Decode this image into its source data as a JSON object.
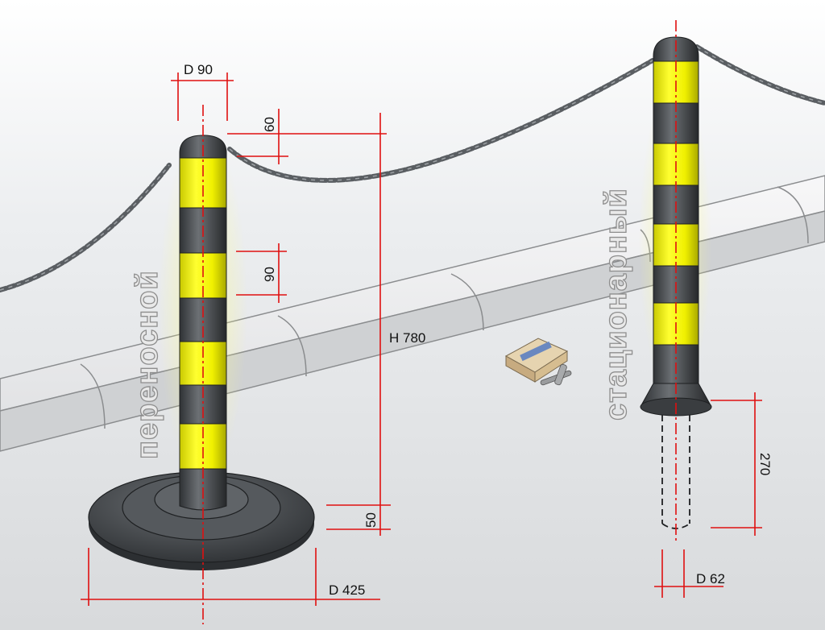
{
  "labels": {
    "portable": "переносной",
    "stationary": "стационарный"
  },
  "dimensions": {
    "d90": "D 90",
    "d60": "60",
    "d90_band": "90",
    "h780": "H 780",
    "d50": "50",
    "d425": "D 425",
    "d270": "270",
    "d62": "D 62"
  },
  "colors": {
    "post_yellow": "#f5f500",
    "post_dark": "#4e5256",
    "dimension_red": "#e01010",
    "chain": "#5a5e62",
    "background": "#eeeef0"
  }
}
